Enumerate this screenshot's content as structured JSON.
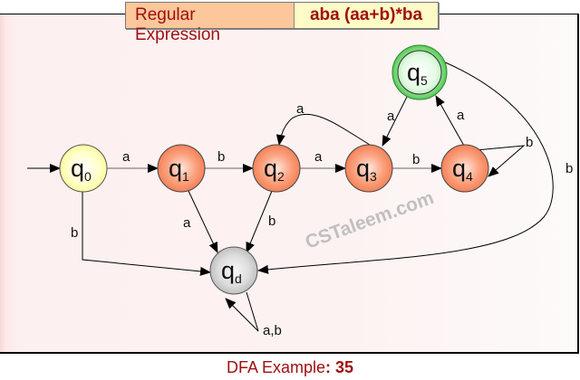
{
  "header": {
    "label": "Regular Expression",
    "expression": "aba (aa+b)*ba"
  },
  "footer": {
    "prefix": "DFA Example",
    "separator": ":",
    "number": "35"
  },
  "watermark": "CSTaleem.com",
  "colors": {
    "start_state": "#ffffc0",
    "normal_state": "#f7875a",
    "final_state": "#7fd67f",
    "dead_state": "#c8c8c8",
    "title_text": "#a01010"
  },
  "states": [
    {
      "id": "q0",
      "base": "q",
      "sub": "0",
      "type": "start"
    },
    {
      "id": "q1",
      "base": "q",
      "sub": "1",
      "type": "normal"
    },
    {
      "id": "q2",
      "base": "q",
      "sub": "2",
      "type": "normal"
    },
    {
      "id": "q3",
      "base": "q",
      "sub": "3",
      "type": "normal"
    },
    {
      "id": "q4",
      "base": "q",
      "sub": "4",
      "type": "normal"
    },
    {
      "id": "q5",
      "base": "q",
      "sub": "5",
      "type": "final"
    },
    {
      "id": "qd",
      "base": "q",
      "sub": "d",
      "type": "dead"
    }
  ],
  "transitions": [
    {
      "from": "q0",
      "to": "q1",
      "label": "a"
    },
    {
      "from": "q0",
      "to": "qd",
      "label": "b"
    },
    {
      "from": "q1",
      "to": "q2",
      "label": "b"
    },
    {
      "from": "q1",
      "to": "qd",
      "label": "a"
    },
    {
      "from": "q2",
      "to": "q3",
      "label": "a"
    },
    {
      "from": "q2",
      "to": "qd",
      "label": "b"
    },
    {
      "from": "q3",
      "to": "q2",
      "label": "a"
    },
    {
      "from": "q3",
      "to": "q4",
      "label": "b"
    },
    {
      "from": "q4",
      "to": "q5",
      "label": "a"
    },
    {
      "from": "q4",
      "to": "q4",
      "label": "b"
    },
    {
      "from": "q5",
      "to": "q3",
      "label": "a"
    },
    {
      "from": "q5",
      "to": "qd",
      "label": "b"
    },
    {
      "from": "qd",
      "to": "qd",
      "label": "a,b"
    }
  ]
}
